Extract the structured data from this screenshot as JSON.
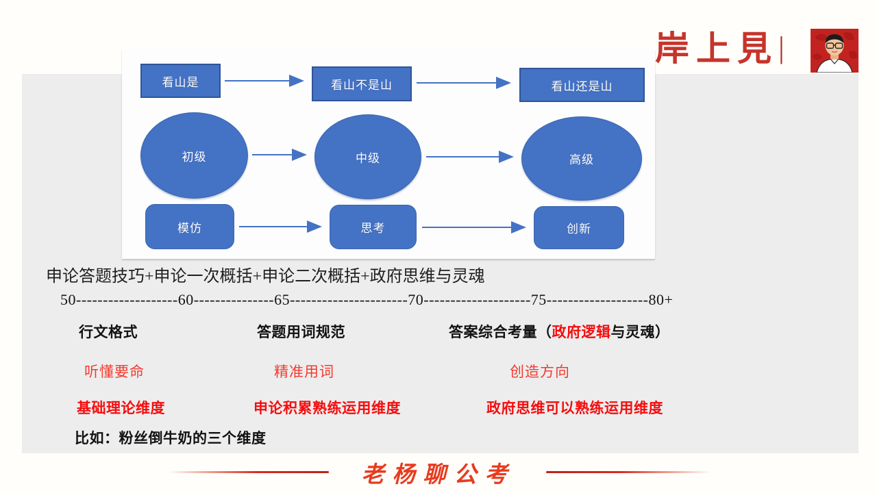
{
  "brand": {
    "logo_text": "岸上見",
    "logo_separator": "|",
    "footer_text": "老杨聊公考"
  },
  "diagram": {
    "row1": {
      "shape": "rectangle",
      "items": [
        "看山是",
        "看山不是山",
        "看山还是山"
      ]
    },
    "row2": {
      "shape": "ellipse",
      "items": [
        "初级",
        "中级",
        "高级"
      ]
    },
    "row3": {
      "shape": "rounded-rectangle",
      "items": [
        "模仿",
        "思考",
        "创新"
      ]
    }
  },
  "content": {
    "formula_line": "申论答题技巧+申论一次概括+申论二次概括+政府思维与灵魂",
    "score_scale": "50-------------------60---------------65----------------------70--------------------75-------------------80+",
    "columns": [
      {
        "header": "行文格式",
        "sub": "听懂要命",
        "dimension": "基础理论维度"
      },
      {
        "header": "答题用词规范",
        "sub": "精准用词",
        "dimension": "申论积累熟练运用维度"
      },
      {
        "header_prefix": "答案综合考量（",
        "header_highlight": "政府逻辑",
        "header_suffix": "与灵魂）",
        "sub": "创造方向",
        "dimension": "政府思维可以熟练运用维度"
      }
    ],
    "example_line": "比如：粉丝倒牛奶的三个维度"
  },
  "colors": {
    "shape_blue": "#4472c4",
    "shape_border_blue": "#2f5597",
    "panel_gray": "#ededee",
    "highlight_red": "#f50d0d",
    "sub_red": "#f33a2e",
    "logo_red": "#c5342c",
    "footer_red": "#e73b20"
  }
}
